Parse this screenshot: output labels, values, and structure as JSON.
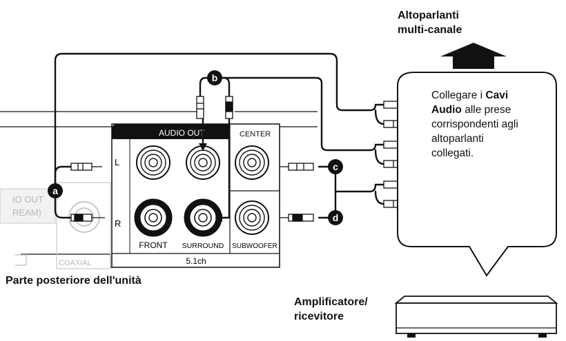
{
  "labels": {
    "speakers_line1": "Altoparlanti",
    "speakers_line2": "multi-canale",
    "rear_panel": "Parte posteriore dell'unità",
    "amplifier_line1": "Amplificatore/",
    "amplifier_line2": "ricevitore"
  },
  "bubble": {
    "line1_pre": "Collegare i ",
    "line1_bold": "Cavi",
    "line2_bold": "Audio",
    "line2_post": " alle prese",
    "line3": "corrispondenti agli",
    "line4": "altoparlanti",
    "line5": "collegati."
  },
  "panel": {
    "audio_out_header": "AUDIO OUT",
    "center_label": "CENTER",
    "side_l": "L",
    "side_r": "R",
    "front_label": "FRONT",
    "surround_label": "SURROUND",
    "subwoofer_label": "SUBWOOFER",
    "channel_label": "5.1ch",
    "coaxial_label": "COAXIAL",
    "digital_line1": "IO OUT",
    "digital_line2": "REAM)"
  },
  "markers": {
    "a": "a",
    "b": "b",
    "c": "c",
    "d": "d"
  },
  "colors": {
    "line": "#111111",
    "faded": "#b8b8b8",
    "marker_bg": "#111111",
    "marker_text": "#ffffff"
  }
}
